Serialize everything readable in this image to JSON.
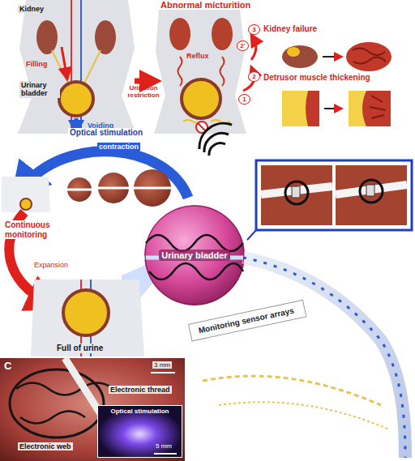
{
  "diagram": {
    "nodes": [
      {
        "text": [
          "Urinary bladder"
        ]
      },
      {
        "text": [
          "Monitoring sensor arrays"
        ]
      },
      {
        "text": [
          "C"
        ]
      },
      {
        "text": [
          "Optical stimulation"
        ],
        "in": 2
      }
    ],
    "labels": [
      "Abnormal micturition",
      "Kidney",
      "Filling",
      "Urinary bladder",
      "Voiding",
      "Urination restriction",
      "Reflux",
      "2'",
      "1",
      "3",
      "Kidney failure",
      "2",
      "Detrusor muscle thickening",
      "Optical stimulation",
      "contraction",
      "Continuous monitoring",
      "Expansion",
      "Full of urine",
      "3 mm",
      "Electronic thread",
      "Electronic web",
      "5 mm"
    ]
  }
}
